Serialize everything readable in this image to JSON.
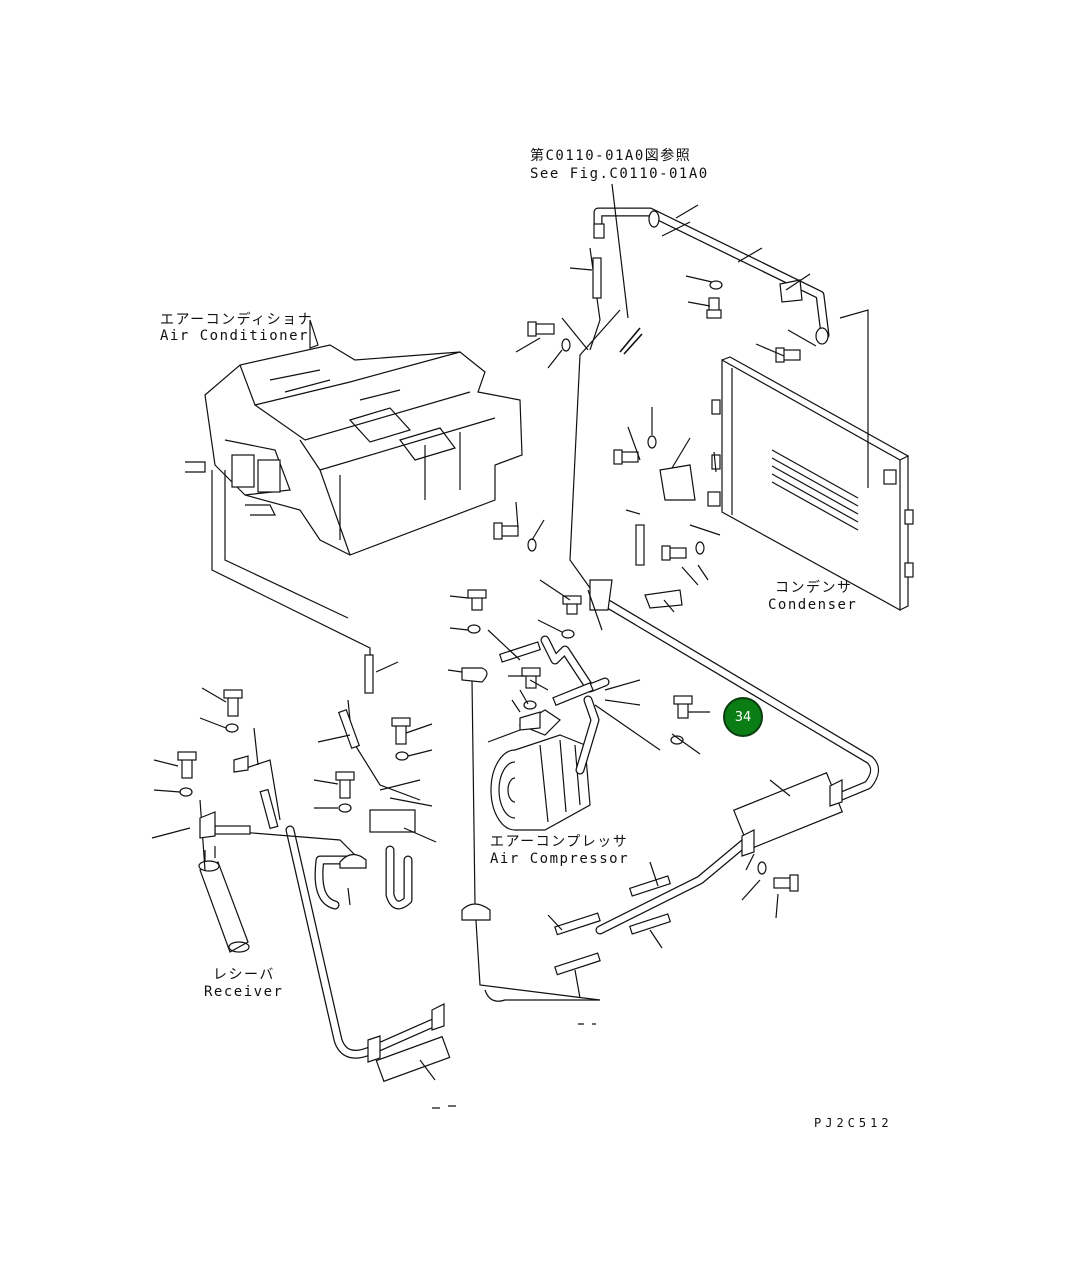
{
  "reference": {
    "jp": "第C0110-01A0図参照",
    "en": "See Fig.C0110-01A0"
  },
  "components": {
    "air_conditioner": {
      "jp": "エアーコンディショナ",
      "en": "Air Conditioner"
    },
    "condenser": {
      "jp": "コンデンサ",
      "en": "Condenser"
    },
    "air_compressor": {
      "jp": "エアーコンプレッサ",
      "en": "Air Compressor"
    },
    "receiver": {
      "jp": "レシーバ",
      "en": "Receiver"
    }
  },
  "callout_badge": {
    "label": "34",
    "color": "#0a7d14"
  },
  "drawing_code": "PJ2C512"
}
